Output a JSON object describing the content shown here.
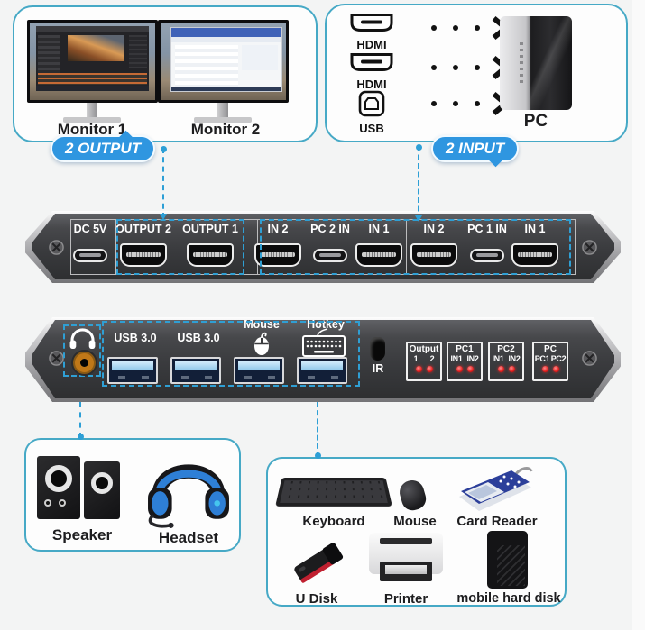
{
  "output_zone": {
    "badge": "2 OUTPUT",
    "monitors": [
      {
        "label": "Monitor 1"
      },
      {
        "label": "Monitor 2"
      }
    ]
  },
  "input_zone": {
    "badge": "2 INPUT",
    "rows": [
      {
        "label": "HDMI"
      },
      {
        "label": "HDMI"
      },
      {
        "label": "USB"
      }
    ],
    "pc_label": "PC"
  },
  "back_panel": {
    "power_label": "DC 5V",
    "ports": [
      {
        "label": "OUTPUT 2",
        "type": "hdmi"
      },
      {
        "label": "OUTPUT 1",
        "type": "hdmi"
      },
      {
        "label": "IN 2",
        "type": "hdmi"
      },
      {
        "label": "PC 2 IN",
        "type": "usb-c"
      },
      {
        "label": "IN 1",
        "type": "hdmi"
      },
      {
        "label": "IN 2",
        "type": "hdmi"
      },
      {
        "label": "PC 1 IN",
        "type": "usb-c"
      },
      {
        "label": "IN 1",
        "type": "hdmi"
      }
    ]
  },
  "front_panel": {
    "usb_ports": [
      {
        "label": "USB 3.0"
      },
      {
        "label": "USB 3.0"
      },
      {
        "label": "Mouse"
      },
      {
        "label": "Hotkey"
      }
    ],
    "ir_label": "IR",
    "indicators": [
      {
        "title": "Output",
        "col1": "1",
        "col2": "2"
      },
      {
        "title": "PC1",
        "col1": "IN1",
        "col2": "IN2"
      },
      {
        "title": "PC2",
        "col1": "IN1",
        "col2": "IN2"
      },
      {
        "title": "PC",
        "col1": "PC1",
        "col2": "PC2"
      }
    ]
  },
  "audio_zone": {
    "items": [
      {
        "label": "Speaker"
      },
      {
        "label": "Headset"
      }
    ]
  },
  "devices_zone": {
    "items": [
      {
        "label": "Keyboard"
      },
      {
        "label": "Mouse"
      },
      {
        "label": "Card Reader"
      },
      {
        "label": "U Disk"
      },
      {
        "label": "Printer"
      },
      {
        "label": "mobile hard disk"
      }
    ]
  },
  "icons": {
    "hdmi_connector": "hdmi-connector-icon",
    "usb_b_connector": "usb-b-icon",
    "chevron": "chevron-right-icon",
    "headphone": "headphone-icon",
    "mouse": "mouse-icon",
    "keyboard": "keyboard-icon",
    "screw": "screw-icon",
    "ir": "ir-receiver"
  },
  "colors": {
    "zone_border": "#46a9c6",
    "badge_blue": "#2f96e0",
    "connector_dashed": "#2d9fd6",
    "panel_body": "#3a3b3e",
    "usb_tongue": "#8ec6ea",
    "led_red": "#e01818",
    "audio_jack_orange": "#c07818",
    "headset_blue": "#2e7fd6"
  }
}
